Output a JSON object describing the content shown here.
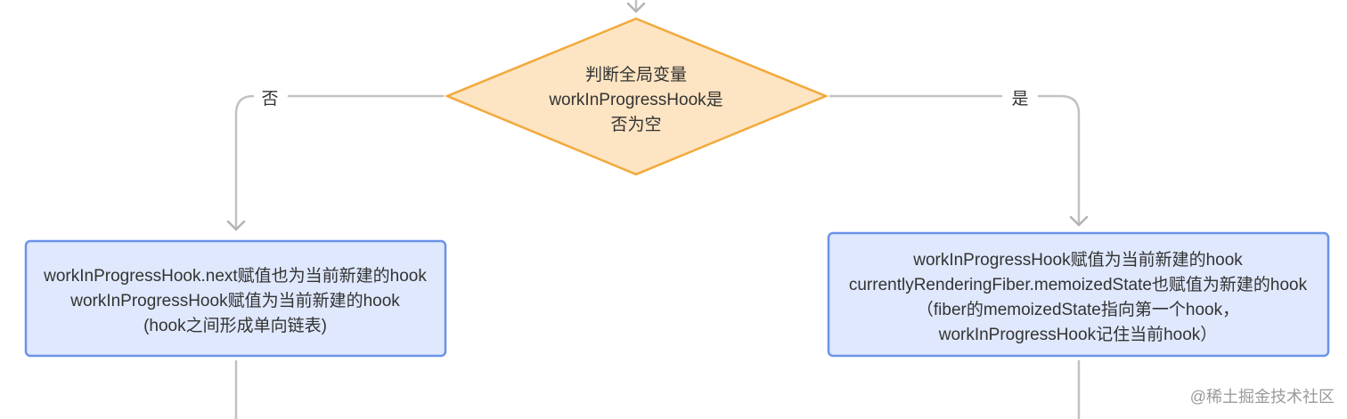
{
  "decision": {
    "lines": [
      "判断全局变量",
      "workInProgressHook是",
      "否为空"
    ]
  },
  "edges": {
    "no_label": "否",
    "yes_label": "是"
  },
  "left_box": {
    "lines": [
      "workInProgressHook.next赋值也为当前新建的hook",
      "workInProgressHook赋值为当前新建的hook",
      "(hook之间形成单向链表)"
    ]
  },
  "right_box": {
    "lines": [
      "workInProgressHook赋值为当前新建的hook",
      "currentlyRenderingFiber.memoizedState也赋值为新建的hook",
      "（fiber的memoizedState指向第一个hook，",
      "workInProgressHook记住当前hook）"
    ]
  },
  "watermark": "@稀土掘金技术社区",
  "colors": {
    "decision_fill": "#fde4c2",
    "decision_stroke": "#f2a93b",
    "process_fill": "#dfe8fc",
    "process_stroke": "#6b93e8",
    "connector": "#c2c2c2"
  }
}
